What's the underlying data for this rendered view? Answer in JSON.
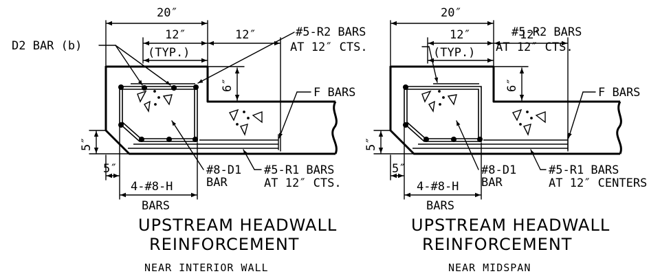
{
  "left_detail": {
    "dim_overall_top": "20″",
    "dim_inner_top": "12″",
    "dim_typ": "(TYP.)",
    "dim_right_top": "12″",
    "label_d2_bar": "D2 BAR (b)",
    "label_r2_line1": "#5-R2 BARS",
    "label_r2_line2": "AT 12″ CTS.",
    "dim_vertical_6": "6″",
    "label_f_bars": "F BARS",
    "dim_vertical_5": "5″",
    "dim_bottom_5": "5″",
    "label_h_bars_1": "4-#8-H",
    "label_h_bars_2": "BARS",
    "label_d1_line1": "#8-D1",
    "label_d1_line2": "BAR",
    "label_r1_line1": "#5-R1 BARS",
    "label_r1_line2": "AT 12″ CTS.",
    "title_line1": "UPSTREAM HEADWALL",
    "title_line2": "REINFORCEMENT",
    "subtitle": "NEAR INTERIOR WALL"
  },
  "right_detail": {
    "dim_overall_top": "20″",
    "dim_inner_top": "12″",
    "dim_typ": "(TYP.)",
    "dim_right_top": "12″",
    "label_r2_line1": "#5-R2 BARS",
    "label_r2_line2": "AT 12″ CTS.",
    "dim_vertical_6": "6″",
    "label_f_bars": "F BARS",
    "dim_vertical_5": "5″",
    "dim_bottom_5": "5″",
    "label_h_bars_1": "4-#8-H",
    "label_h_bars_2": "BARS",
    "label_d1_line1": "#8-D1",
    "label_d1_line2": "BAR",
    "label_r1_line1": "#5-R1 BARS",
    "label_r1_line2": "AT 12″ CENTERS",
    "title_line1": "UPSTREAM HEADWALL",
    "title_line2": "REINFORCEMENT",
    "subtitle": "NEAR MIDSPAN"
  }
}
